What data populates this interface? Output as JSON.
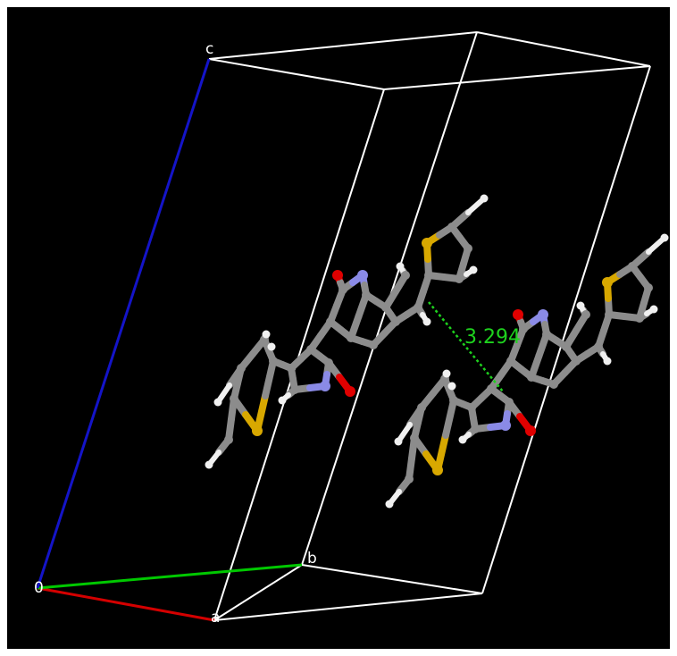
{
  "viewer": {
    "background": "#000000",
    "cell_color": "#ffffff",
    "axis_colors": {
      "a": "#d40000",
      "b": "#00c800",
      "c": "#1414c8"
    },
    "atom_colors": {
      "C": "#8c8c8c",
      "H": "#f0f0f0",
      "N": "#8a8ae6",
      "O": "#e00000",
      "S": "#d8a800"
    },
    "measurement_color": "#1ed21e"
  },
  "labels": {
    "origin": "0",
    "a": "a",
    "b": "b",
    "c": "c"
  },
  "measurement": {
    "distance": "3.294"
  }
}
